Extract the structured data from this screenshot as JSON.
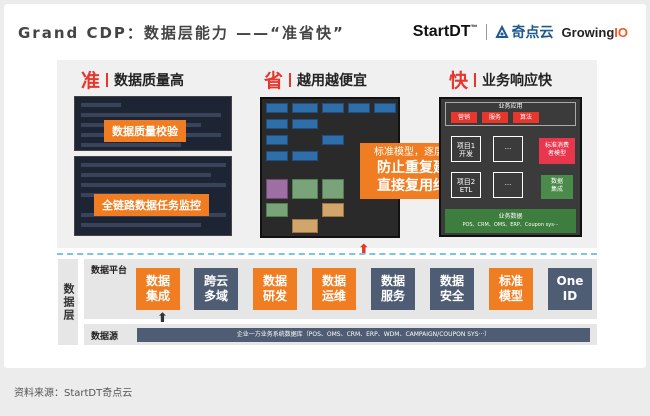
{
  "header": {
    "title": "Grand CDP：数据层能力 ——“准省快”",
    "logo_startdt": "StartDT",
    "logo_startdt_tm": "™",
    "logo_qidianyun": "奇点云",
    "logo_growing_a": "Growing",
    "logo_growing_b": "IO"
  },
  "pillars": [
    {
      "big": "准",
      "text": "数据质量高"
    },
    {
      "big": "省",
      "text": "越用越便宜"
    },
    {
      "big": "快",
      "text": "业务响应快"
    }
  ],
  "left_tags": [
    "数据质量校验",
    "全链路数据任务监控"
  ],
  "callout": {
    "small_1": "标准模型，逐层汇聚",
    "large_1": "防止重复建设",
    "large_2": "直接复用结果"
  },
  "right_diagram": {
    "top_title": "业务应用",
    "buttons": [
      "营销",
      "服务",
      "算法"
    ],
    "cells": [
      "项目1\n开发",
      "···",
      "项目2\nETL",
      "···"
    ],
    "pink": "标准消费\n者模型",
    "green": "数据\n集成",
    "bottom_title": "业务数据",
    "bottom_items": "POS、CRM、OMS、ERP、Coupon sys···"
  },
  "layer": {
    "label": "数据层",
    "platform_label": "数据平台",
    "modules": [
      {
        "text": "数据\n集成",
        "style": "o"
      },
      {
        "text": "跨云\n多域",
        "style": "b"
      },
      {
        "text": "数据\n研发",
        "style": "o"
      },
      {
        "text": "数据\n运维",
        "style": "o"
      },
      {
        "text": "数据\n服务",
        "style": "b"
      },
      {
        "text": "数据\n安全",
        "style": "b"
      },
      {
        "text": "标准\n模型",
        "style": "o"
      },
      {
        "text": "One\nID",
        "style": "b"
      }
    ],
    "datasource_label": "数据源",
    "datasource_bar": "企业一方业务系统数据库（POS、OMS、CRM、ERP、WDM、CAMPAIGN/COUPON SYS···）"
  },
  "footer": {
    "source": "资料来源：StartDT奇点云"
  }
}
